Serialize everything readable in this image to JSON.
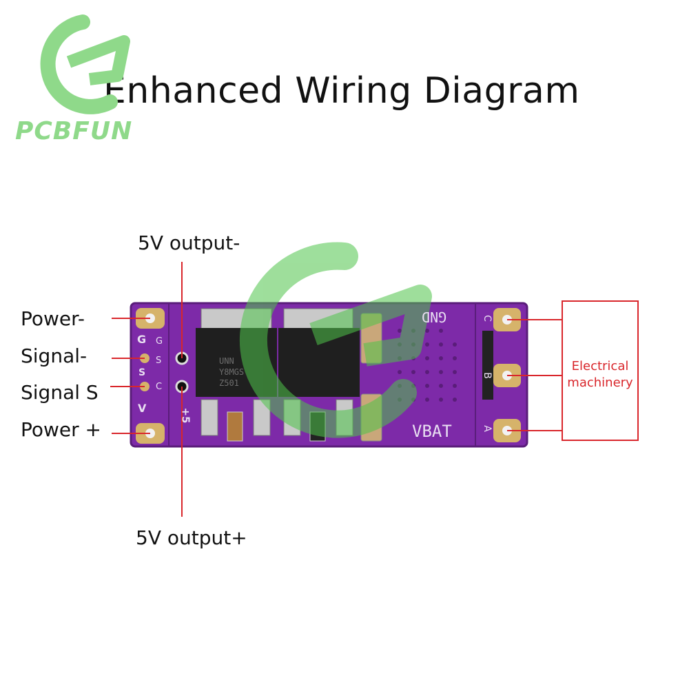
{
  "title": "Enhanced Wiring Diagram",
  "brand": "PCBFUN",
  "labels": {
    "output_minus": "5V output-",
    "output_plus": "5V output+",
    "power_minus": "Power-",
    "signal_minus": "Signal-",
    "signal_s": "Signal S",
    "power_plus": "Power +"
  },
  "load": {
    "line1": "Electrical",
    "line2": "machinery"
  },
  "board": {
    "gnd": "GND",
    "vbat": "VBAT",
    "pins_left": [
      "G",
      "S",
      "V"
    ],
    "pins_left2": [
      "G",
      "S",
      "C"
    ],
    "pins_right": [
      "C",
      "B",
      "A"
    ],
    "five_v": "+5",
    "chip_text": [
      "UNN",
      "Y8MGS",
      "Z501"
    ]
  },
  "colors": {
    "board": "#7d2aa8",
    "board_dark": "#5a1d7a",
    "pad": "#d6b36a",
    "line": "#d9262b",
    "watermark": "#4fc44a"
  }
}
